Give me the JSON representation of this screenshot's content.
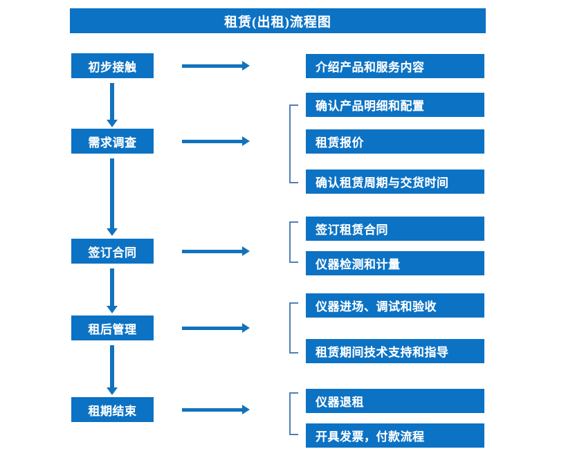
{
  "title": "租赁(出租)流程图",
  "theme": {
    "box_fill": "#0c72c4",
    "box_text": "#ffffff",
    "arrow": "#1272bd",
    "bracket": "#4d7fb3",
    "background": "#ffffff"
  },
  "stages": [
    {
      "id": "stage-1",
      "label": "初步接触"
    },
    {
      "id": "stage-2",
      "label": "需求调查"
    },
    {
      "id": "stage-3",
      "label": "签订合同"
    },
    {
      "id": "stage-4",
      "label": "租后管理"
    },
    {
      "id": "stage-5",
      "label": "租期结束"
    }
  ],
  "tasks": [
    {
      "id": "task-1-1",
      "label": "介绍产品和服务内容"
    },
    {
      "id": "task-2-1",
      "label": "确认产品明细和配置"
    },
    {
      "id": "task-2-2",
      "label": "租赁报价"
    },
    {
      "id": "task-2-3",
      "label": "确认租赁周期与交货时间"
    },
    {
      "id": "task-3-1",
      "label": "签订租赁合同"
    },
    {
      "id": "task-3-2",
      "label": "仪器检测和计量"
    },
    {
      "id": "task-4-1",
      "label": "仪器进场、调试和验收"
    },
    {
      "id": "task-4-2",
      "label": "租赁期间技术支持和指导"
    },
    {
      "id": "task-5-1",
      "label": "仪器退租"
    },
    {
      "id": "task-5-2",
      "label": "开具发票，付款流程"
    }
  ]
}
